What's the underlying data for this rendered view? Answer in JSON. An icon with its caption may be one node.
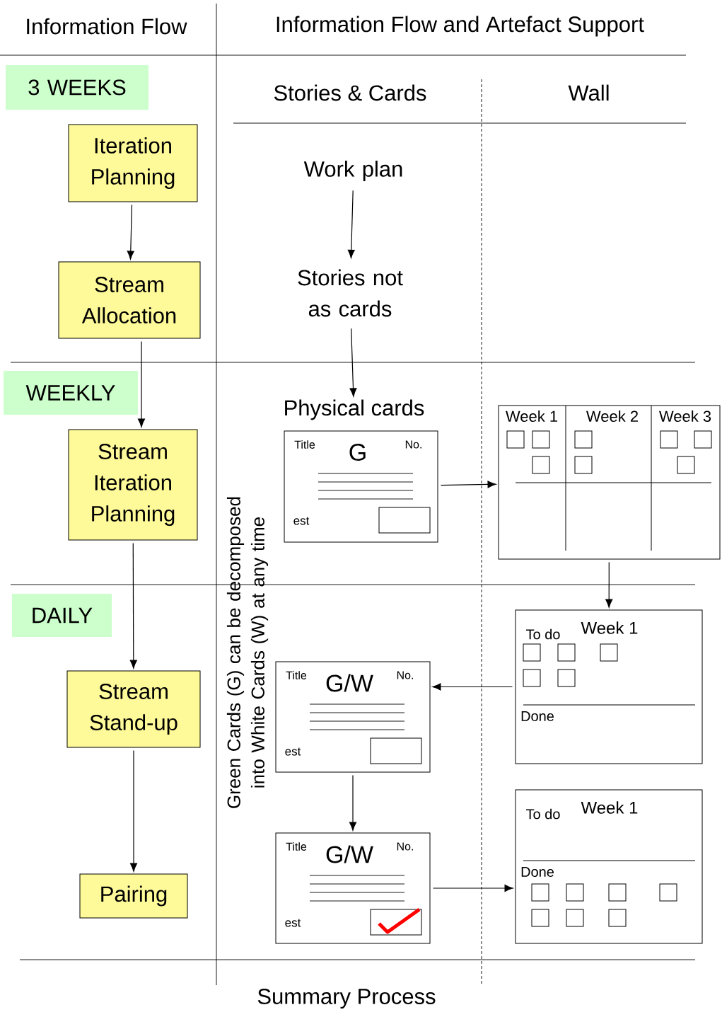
{
  "diagram": {
    "caption": "Summary Process",
    "nodes": [
      {
        "text": [
          "3 WEEKS"
        ]
      },
      {
        "text": [
          "Iteration Planning"
        ]
      },
      {
        "text": [
          "Stream Allocation"
        ]
      },
      {
        "text": [
          "WEEKLY"
        ]
      },
      {
        "text": [
          "Stream Iteration Planning"
        ]
      },
      {
        "text": [
          "DAILY"
        ]
      },
      {
        "text": [
          "Stream Stand-up"
        ]
      },
      {
        "text": [
          "Pairing"
        ]
      },
      {
        "text": [
          "Work plan"
        ]
      },
      {
        "text": [
          "Stories not as cards"
        ]
      },
      {
        "text": [
          "Physical cards",
          "Title",
          "G",
          "No.",
          "est"
        ]
      },
      {
        "text": [
          "Week 1",
          "Week 2",
          "Week 3"
        ]
      },
      {
        "text": [
          "To do",
          "Week 1",
          "Done"
        ]
      },
      {
        "text": [
          "Title",
          "G/W",
          "No.",
          "est"
        ]
      },
      {
        "text": [
          "Title",
          "G/W",
          "No.",
          "est"
        ]
      },
      {
        "text": [
          "To do",
          "Week 1",
          "Done"
        ]
      }
    ],
    "edges": [
      {
        "from": 1,
        "to": 2,
        "arrow": "to"
      },
      {
        "from": 2,
        "to": 4,
        "arrow": "to"
      },
      {
        "from": 4,
        "to": 6,
        "arrow": "to"
      },
      {
        "from": 6,
        "to": 7,
        "arrow": "to"
      },
      {
        "from": 8,
        "to": 9,
        "arrow": "to"
      },
      {
        "from": 9,
        "to": 10,
        "arrow": "to"
      },
      {
        "from": 10,
        "to": 11,
        "arrow": "to"
      },
      {
        "from": 11,
        "to": 12,
        "arrow": "to"
      },
      {
        "from": 12,
        "to": 13,
        "arrow": "to"
      },
      {
        "from": 13,
        "to": 14,
        "arrow": "to"
      },
      {
        "from": 14,
        "to": 15,
        "arrow": "to"
      }
    ],
    "labels": [
      "Information Flow",
      "Information Flow and Artefact Support",
      "Stories & Cards",
      "Wall",
      "Green Cards (G) can be decomposed into White Cards (W) at any time"
    ]
  }
}
